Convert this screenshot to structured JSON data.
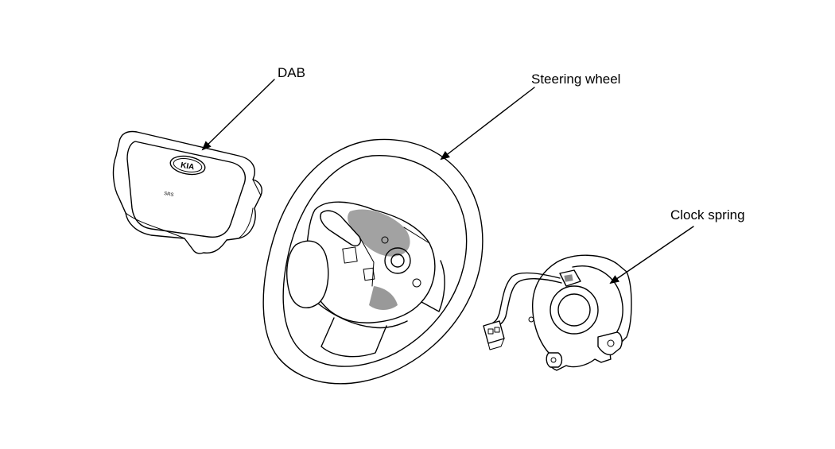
{
  "labels": {
    "dab": "DAB",
    "steering_wheel": "Steering wheel",
    "clock_spring": "Clock spring"
  },
  "logo_text": "KIA",
  "airbag_marking": "SRS"
}
